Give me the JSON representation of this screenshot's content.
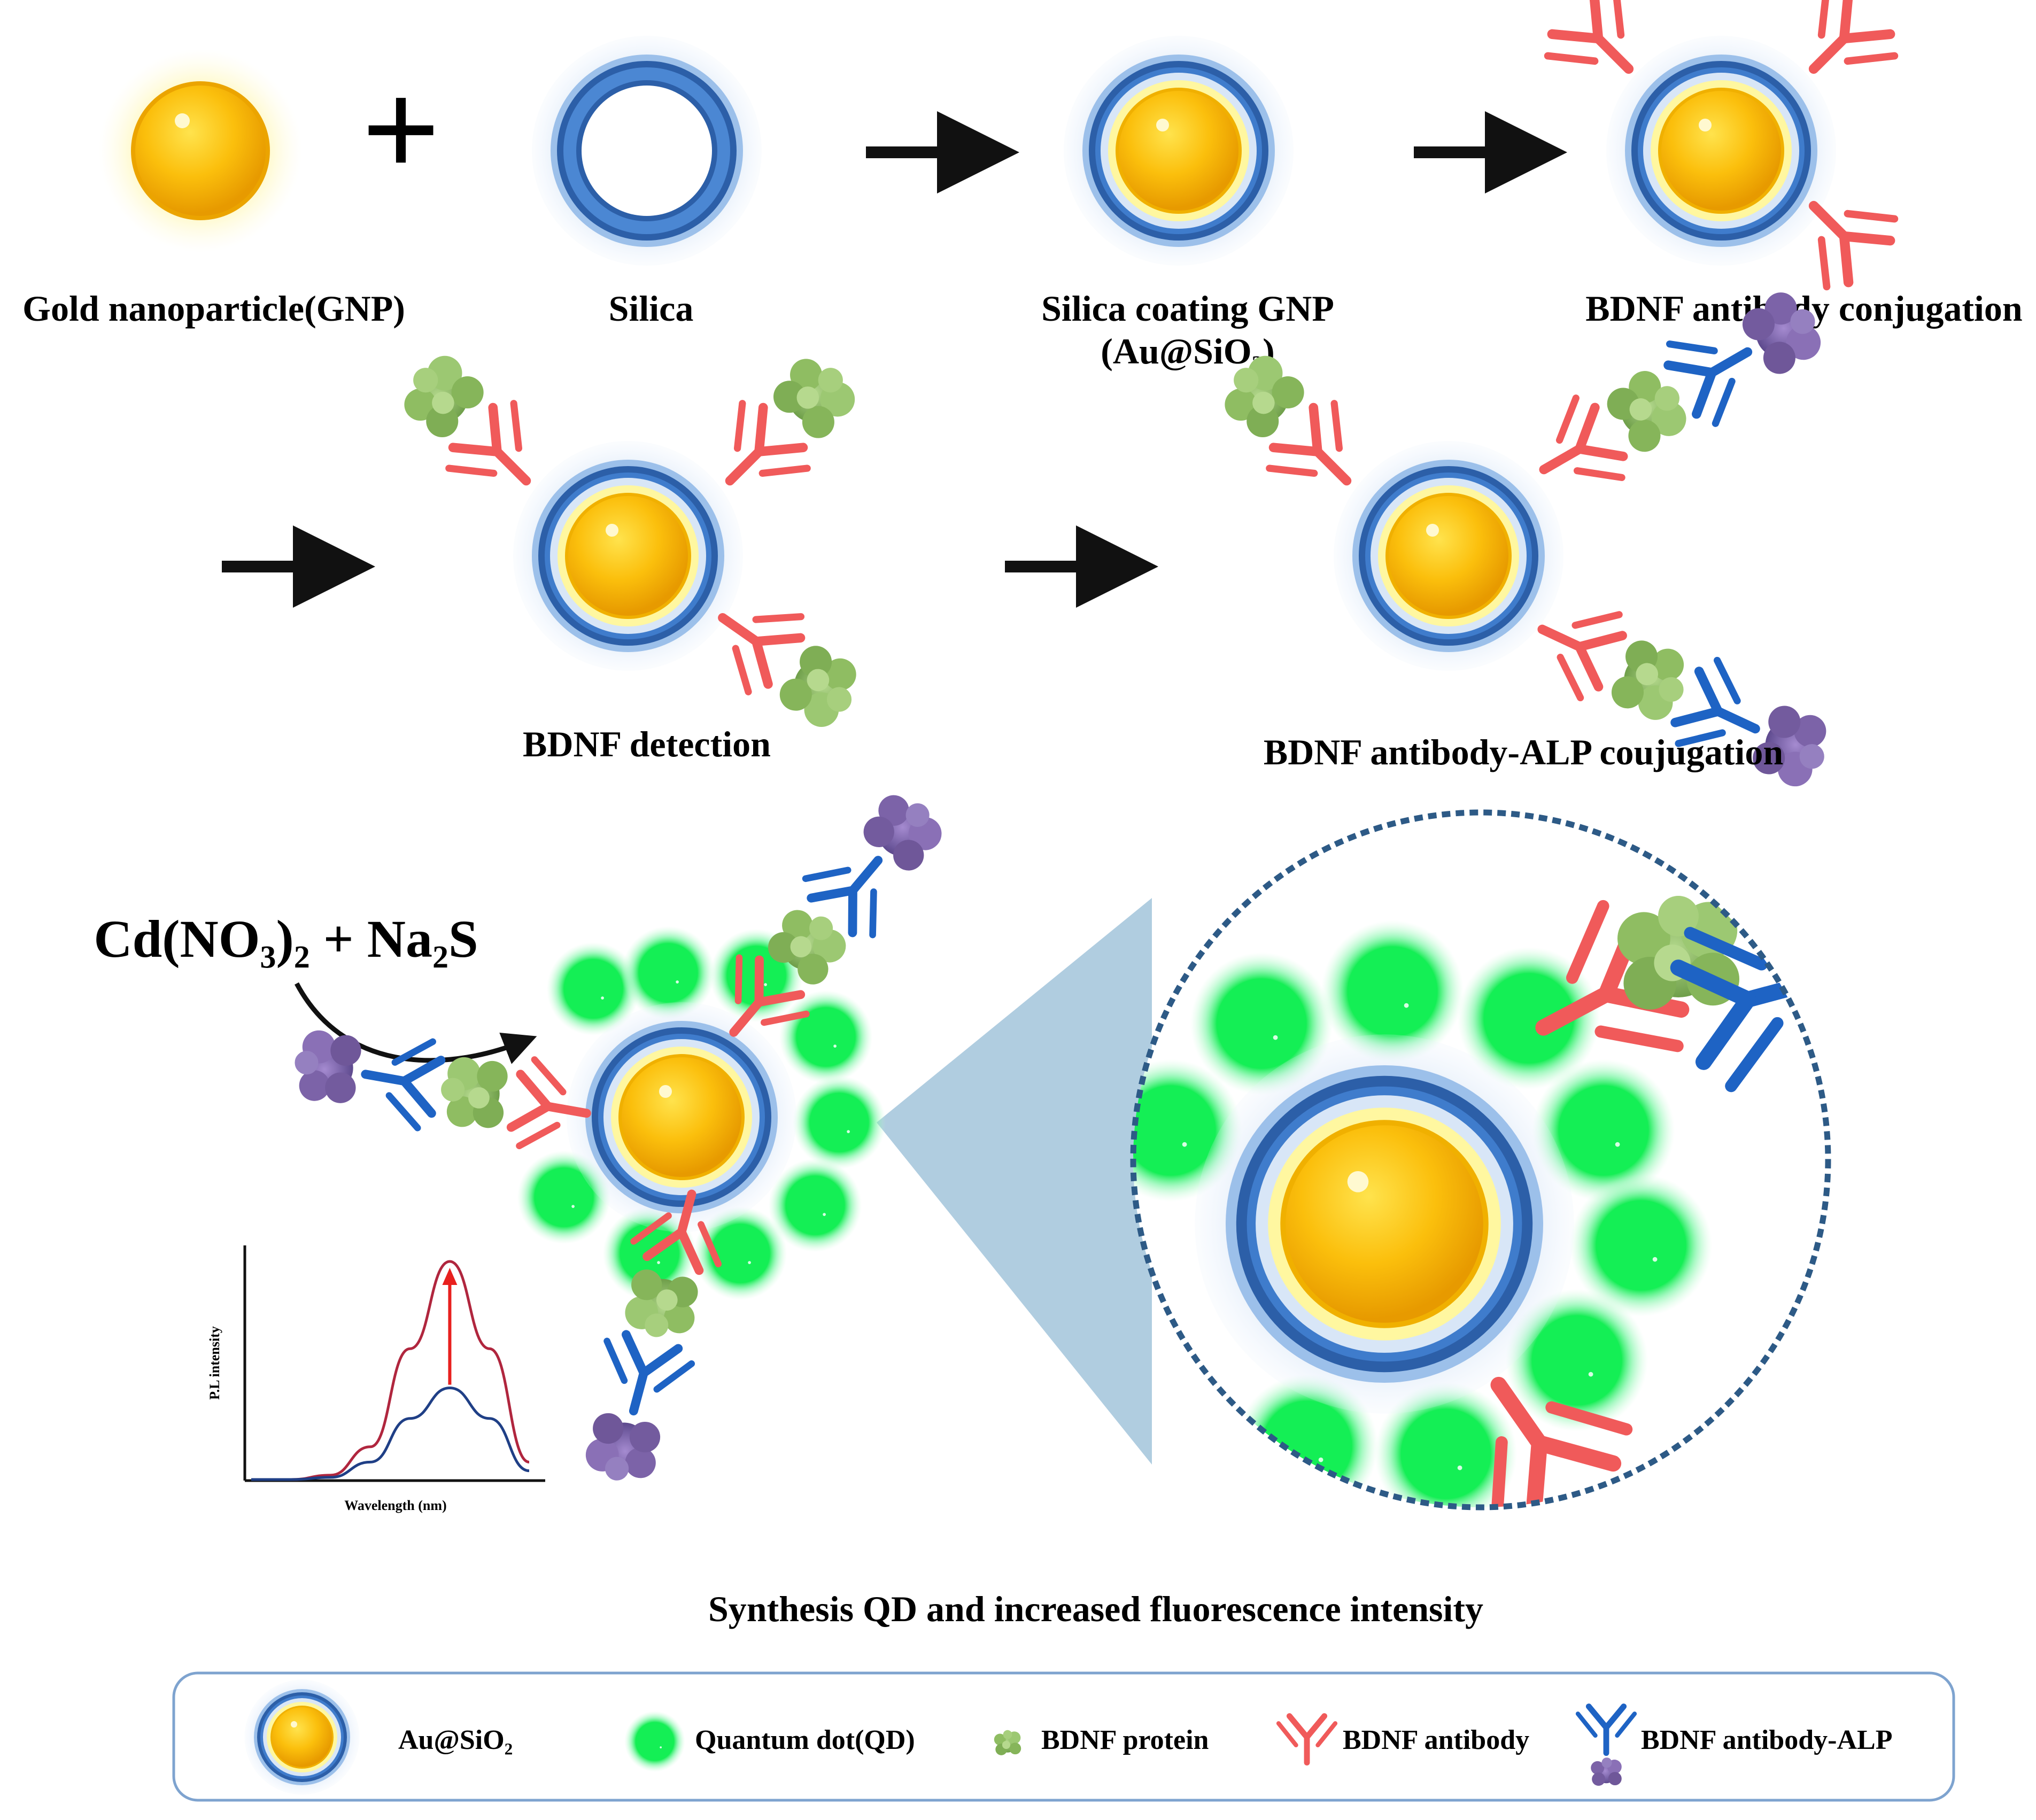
{
  "labels": {
    "gnp": "Gold nanoparticle(GNP)",
    "silica": "Silica",
    "coating_line1": "Silica coating GNP",
    "coating_line2": "(Au@SiO₂)",
    "antibody_conj": "BDNF antibody conjugation",
    "detection": "BDNF detection",
    "alp_conj": "BDNF antibody-ALP coujugation",
    "reagents": "Cd(NO₃)₂ + Na₂S",
    "synthesis": "Synthesis QD and increased fluorescence intensity",
    "plus": "+"
  },
  "chart_data": {
    "type": "line",
    "title": "",
    "xlabel": "Wavelength (nm)",
    "ylabel": "P.L intensity",
    "series": [
      {
        "values": [
          0,
          0,
          0.02,
          0.15,
          0.6,
          1.0,
          0.6,
          0.08
        ]
      },
      {
        "values": [
          0,
          0,
          0.01,
          0.08,
          0.28,
          0.42,
          0.28,
          0.04
        ]
      }
    ],
    "colors": {
      "high": "#b0263e",
      "low": "#1f3f86",
      "arrow": "#e8201e"
    }
  },
  "legend": [
    {
      "label": "Au@SiO₂",
      "icon": "au-sio2-icon"
    },
    {
      "label": "Quantum dot(QD)",
      "icon": "quantum-dot-icon"
    },
    {
      "label": "BDNF protein",
      "icon": "bdnf-protein-icon"
    },
    {
      "label": "BDNF antibody",
      "icon": "antibody-icon"
    },
    {
      "label": "BDNF antibody-ALP",
      "icon": "antibody-alp-icon"
    }
  ],
  "colors": {
    "gold": "#f6b600",
    "silica_blue": "#2f6fc0",
    "antibody_red": "#f05a5a",
    "alp_blue": "#1e63c4",
    "protein_green": "#8cbc63",
    "alp_purple": "#7d63a8",
    "qd_green": "#19f05a"
  }
}
